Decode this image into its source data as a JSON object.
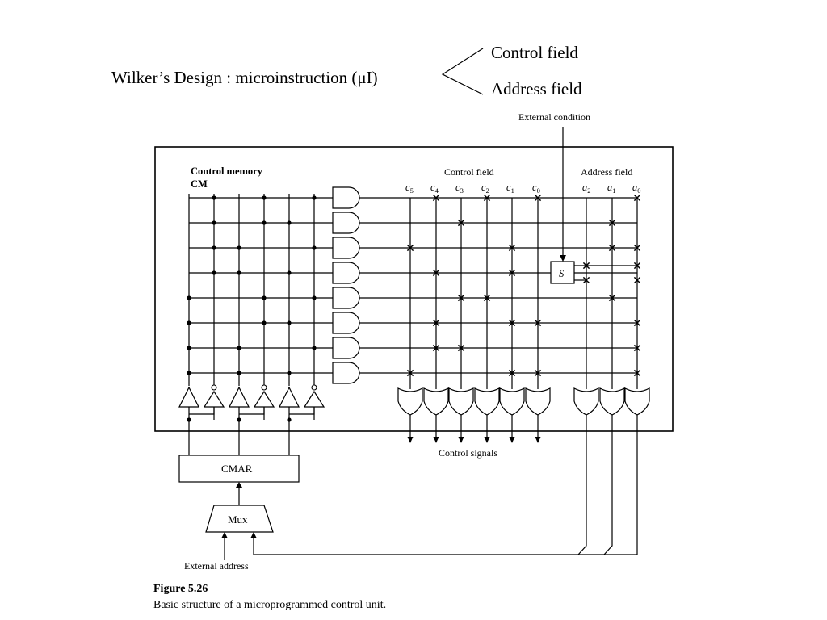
{
  "heading": {
    "main": "Wilker’s Design : microinstruction (μI)",
    "branch_top": "Control field",
    "branch_bottom": "Address field"
  },
  "diagram": {
    "external_condition": "External condition",
    "cm_label_line1": "Control memory",
    "cm_label_line2": "CM",
    "control_field": "Control field",
    "address_field": "Address field",
    "control_columns": [
      "c5",
      "c4",
      "c3",
      "c2",
      "c1",
      "c0"
    ],
    "address_columns": [
      "a2",
      "a1",
      "a0"
    ],
    "select_box": "S",
    "control_signals": "Control signals",
    "cmar": "CMAR",
    "mux": "Mux",
    "external_address": "External address"
  },
  "caption": {
    "figure": "Figure 5.26",
    "text": "Basic structure of a microprogrammed control unit."
  }
}
